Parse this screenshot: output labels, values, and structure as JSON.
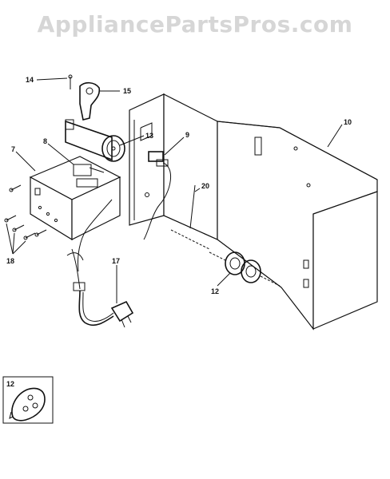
{
  "watermark": "AppliancePartsPros.com",
  "callouts": {
    "c14": "14",
    "c15": "15",
    "c13": "13",
    "c9": "9",
    "c10": "10",
    "c7": "7",
    "c8": "8",
    "c20": "20",
    "c18": "18",
    "c17": "17",
    "c12": "12",
    "inset12": "12"
  }
}
